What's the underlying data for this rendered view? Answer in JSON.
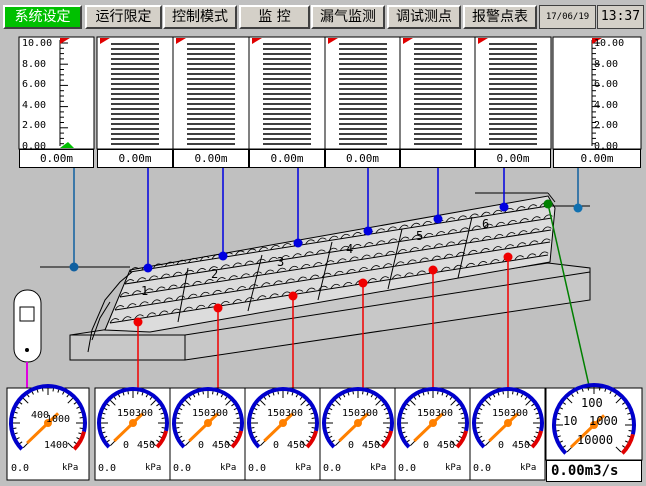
{
  "nav": {
    "tabs": [
      "系统设定",
      "运行限定",
      "控制模式",
      "监 控",
      "漏气监测",
      "调试测点",
      "报警点表"
    ],
    "active_index": 0,
    "date": "17/06/19",
    "time": "13:37"
  },
  "scales": {
    "ticks": [
      "10.00",
      "8.00",
      "6.00",
      "4.00",
      "2.00",
      "0.00"
    ],
    "left_value": 0.0,
    "right_value": 0.0
  },
  "level_readouts": [
    "0.00m",
    "0.00m",
    "0.00m",
    "0.00m",
    "0.00m",
    "",
    "0.00m",
    "0.00m"
  ],
  "roller_section_labels": [
    "1",
    "2",
    "3",
    "4",
    "5",
    "6"
  ],
  "gauges": {
    "first": {
      "ticks": [
        "400",
        "1000",
        "1400"
      ],
      "value": "0.0",
      "unit": "kPa"
    },
    "section": {
      "ticks": [
        "150",
        "300",
        "0",
        "450"
      ],
      "value": "0.0",
      "unit": "kPa",
      "count": 6
    },
    "flow": {
      "ticks": [
        "100",
        "10",
        "1000",
        "10000"
      ],
      "value": "0.00m3/s"
    }
  },
  "colors": {
    "active_tab": "#00c000",
    "upper_probe": "#0000e0",
    "lower_probe": "#f00000",
    "flow_line": "#008000",
    "gauge_ring": "#0000cc",
    "gauge_needle": "#ff8000",
    "gauge_danger": "#e00000",
    "pressure_line": "#e000e0"
  }
}
